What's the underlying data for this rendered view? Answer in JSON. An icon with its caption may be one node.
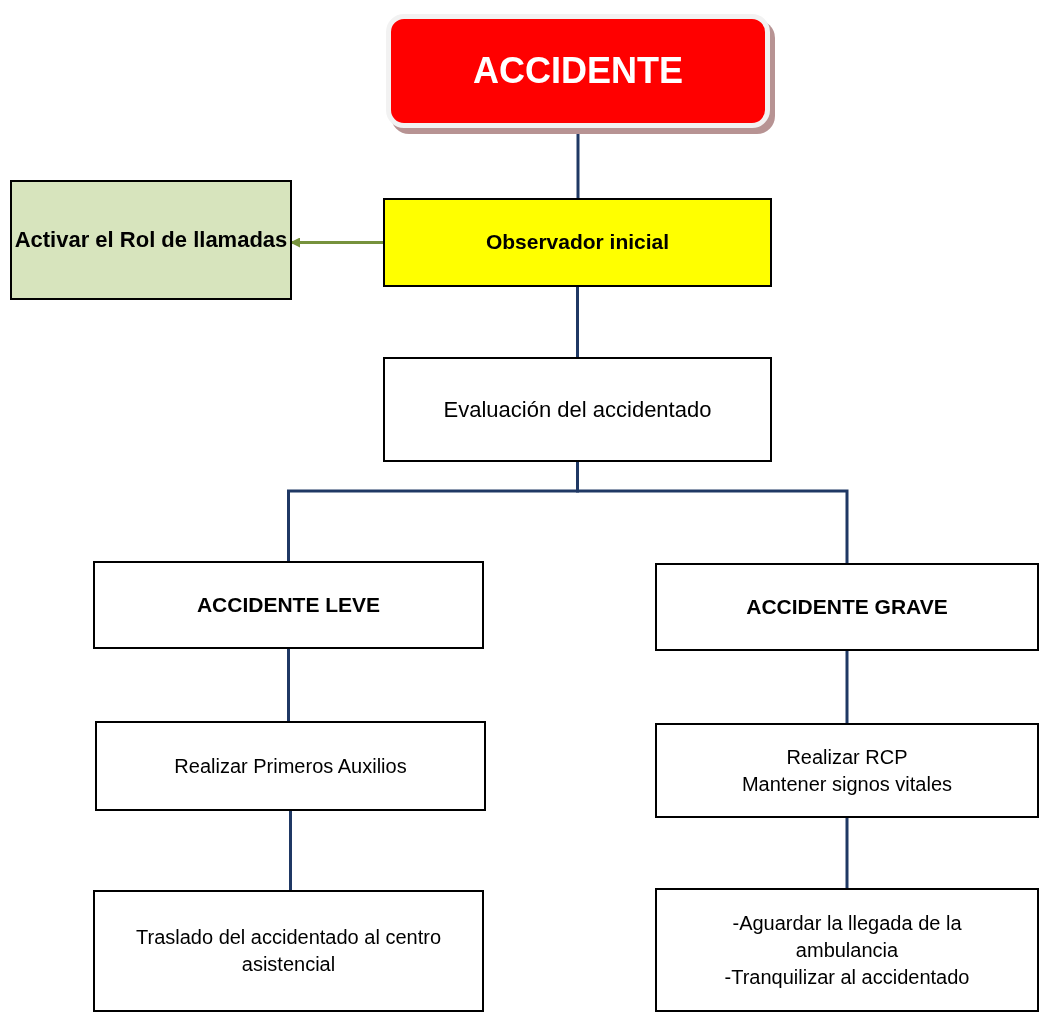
{
  "diagram": {
    "nodes": [
      {
        "text": [
          "ACCIDENTE"
        ]
      },
      {
        "text": [
          "Activar el Rol de llamadas"
        ]
      },
      {
        "text": [
          "Observador inicial"
        ]
      },
      {
        "text": [
          "Evaluación del accidentado"
        ]
      },
      {
        "text": [
          "ACCIDENTE LEVE"
        ]
      },
      {
        "text": [
          "ACCIDENTE GRAVE"
        ]
      },
      {
        "text": [
          "Realizar Primeros Auxilios"
        ]
      },
      {
        "text": [
          "Realizar RCP",
          "Mantener signos vitales"
        ]
      },
      {
        "text": [
          "Traslado del accidentado al centro asistencial"
        ]
      },
      {
        "text": [
          "-Aguardar la llegada de la ambulancia",
          "-Tranquilizar al accidentado"
        ]
      }
    ],
    "edges": [
      {
        "from": 0,
        "to": 2,
        "arrow": "none"
      },
      {
        "from": 2,
        "to": 1,
        "arrow": "to",
        "color": "#76923c"
      },
      {
        "from": 2,
        "to": 3,
        "arrow": "none"
      },
      {
        "from": 3,
        "to": 4,
        "arrow": "none"
      },
      {
        "from": 3,
        "to": 5,
        "arrow": "none"
      },
      {
        "from": 4,
        "to": 6,
        "arrow": "none"
      },
      {
        "from": 6,
        "to": 8,
        "arrow": "none"
      },
      {
        "from": 5,
        "to": 7,
        "arrow": "none"
      },
      {
        "from": 7,
        "to": 9,
        "arrow": "none"
      }
    ]
  }
}
